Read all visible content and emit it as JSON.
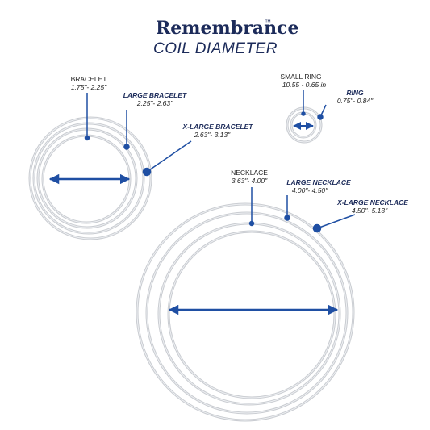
{
  "header": {
    "brand": "Remembrance",
    "trademark": "™",
    "subtitle": "COIL DIAMETER"
  },
  "sizes": {
    "bracelet": {
      "name": "BRACELET",
      "range": "1.75\"- 2.25\""
    },
    "large_bracelet": {
      "name": "LARGE BRACELET",
      "range": "2.25\"- 2.63\""
    },
    "xlarge_bracelet": {
      "name": "X-LARGE  BRACELET",
      "range": "2.63\"- 3.13\""
    },
    "small_ring": {
      "name": "SMALL RING",
      "range": "10.55 - 0.65 in"
    },
    "ring": {
      "name": "RING",
      "range": "0.75\"- 0.84\""
    },
    "necklace": {
      "name": "NECKLACE",
      "range": "3.63\"- 4.00\""
    },
    "large_necklace": {
      "name": "LARGE NECKLACE",
      "range": "4.00\"- 4.50\""
    },
    "xlarge_necklace": {
      "name": "X-LARGE NECKLACE",
      "range": "4.50\"- 5.13\""
    }
  },
  "colors": {
    "accent": "#1f4fa3",
    "title": "#1c2b5a",
    "coil": "#c9ccd1"
  }
}
